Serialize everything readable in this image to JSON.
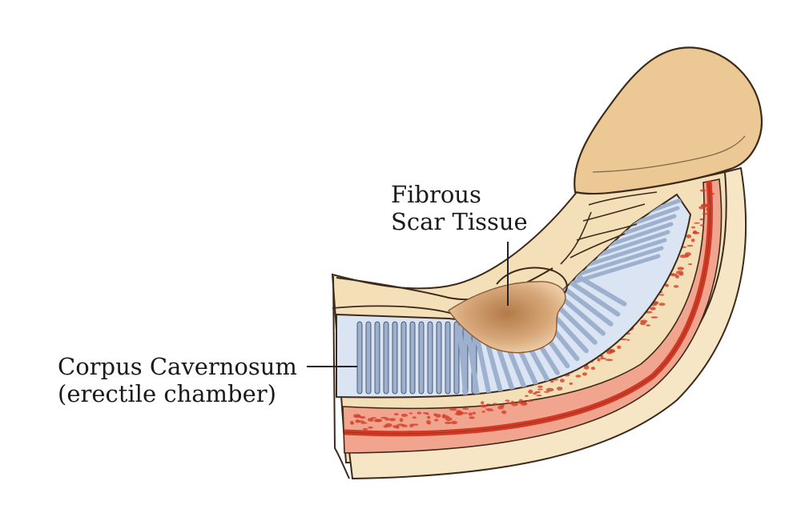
{
  "labels": {
    "fibrous_line1": "Fibrous",
    "fibrous_line2": "Scar Tissue",
    "corpus_line1": "Corpus Cavernosum",
    "corpus_line2": "(erectile chamber)"
  },
  "colors": {
    "skin": "#f3dfb8",
    "glans": "#ecc894",
    "outline": "#3d2a1a",
    "sinusoid_blue": "#9db1cf",
    "sinusoid_light": "#dbe4f2",
    "tunica_red": "#e0452e",
    "tissue_pink": "#f2a58e",
    "scar_brown": "#c28a5a"
  },
  "icons": [
    "penis-cross-section-illustration"
  ]
}
